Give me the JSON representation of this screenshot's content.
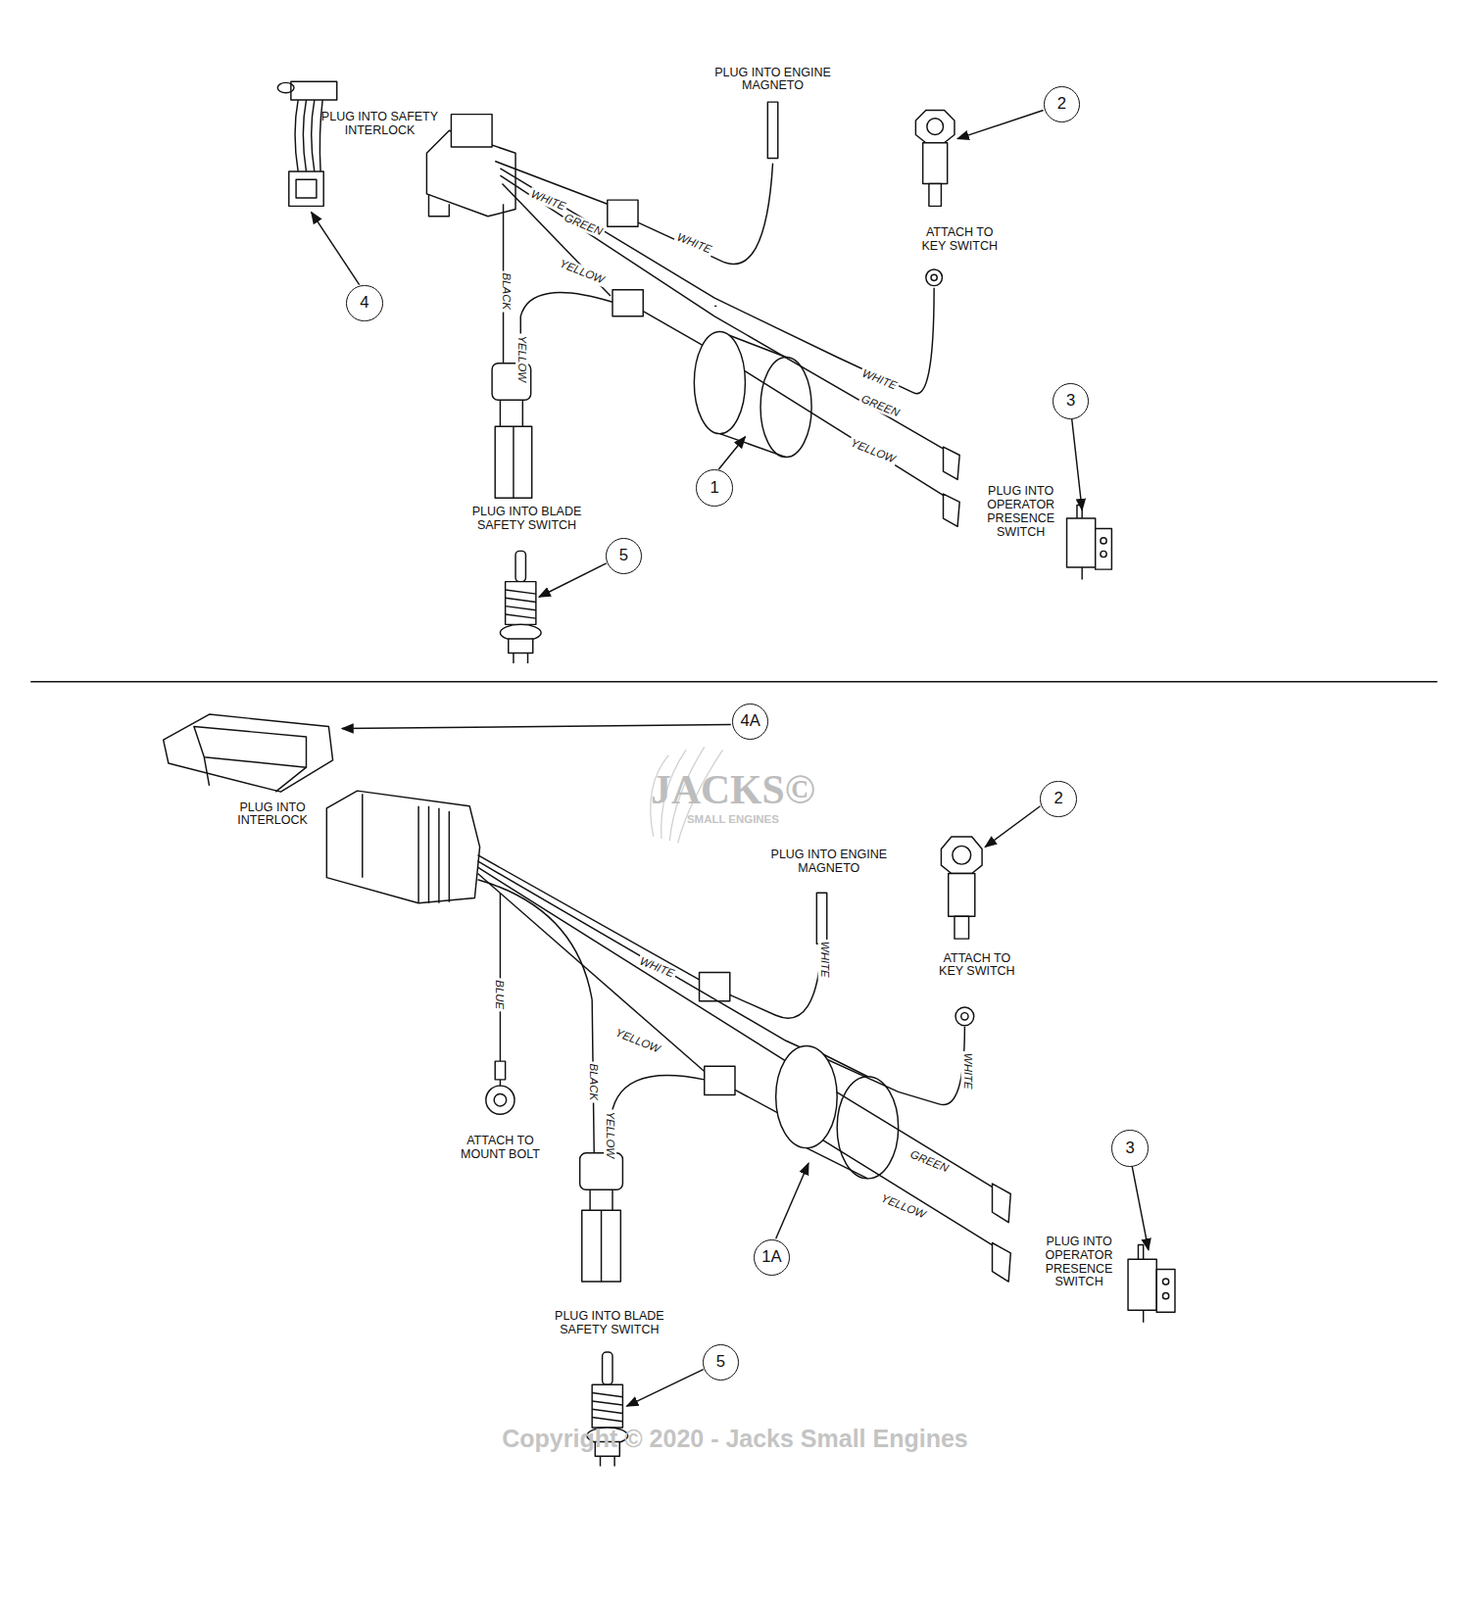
{
  "diagram": {
    "nodes": [
      {
        "text": [
          "2"
        ]
      },
      {
        "text": [
          "4"
        ]
      },
      {
        "text": [
          "3"
        ]
      },
      {
        "text": [
          "1"
        ]
      },
      {
        "text": [
          "5"
        ]
      },
      {
        "text": [
          "4A"
        ]
      },
      {
        "text": [
          "2"
        ]
      },
      {
        "text": [
          "3"
        ]
      },
      {
        "text": [
          "1A"
        ]
      },
      {
        "text": [
          "5"
        ]
      }
    ],
    "labels": [
      "PLUG INTO SAFETY INTERLOCK",
      "PLUG INTO ENGINE MAGNETO",
      "ATTACH TO KEY SWITCH",
      "WHITE",
      "GREEN",
      "WHITE",
      "YELLOW",
      "BLACK",
      "YELLOW",
      "WHITE",
      "GREEN",
      "YELLOW",
      "PLUG INTO BLADE SAFETY SWITCH",
      "PLUG INTO OPERATOR PRESENCE SWITCH",
      "JACKS©",
      "SMALL ENGINES",
      "PLUG INTO INTERLOCK",
      "PLUG INTO ENGINE MAGNETO",
      "ATTACH TO KEY SWITCH",
      "WHITE",
      "WHITE",
      "BLUE",
      "YELLOW",
      "WHITE",
      "BLACK",
      "YELLOW",
      "ATTACH TO MOUNT BOLT",
      "GREEN",
      "YELLOW",
      "PLUG INTO OPERATOR PRESENCE SWITCH",
      "PLUG INTO BLADE SAFETY SWITCH",
      "Copyright © 2020 - Jacks Small Engines"
    ]
  }
}
